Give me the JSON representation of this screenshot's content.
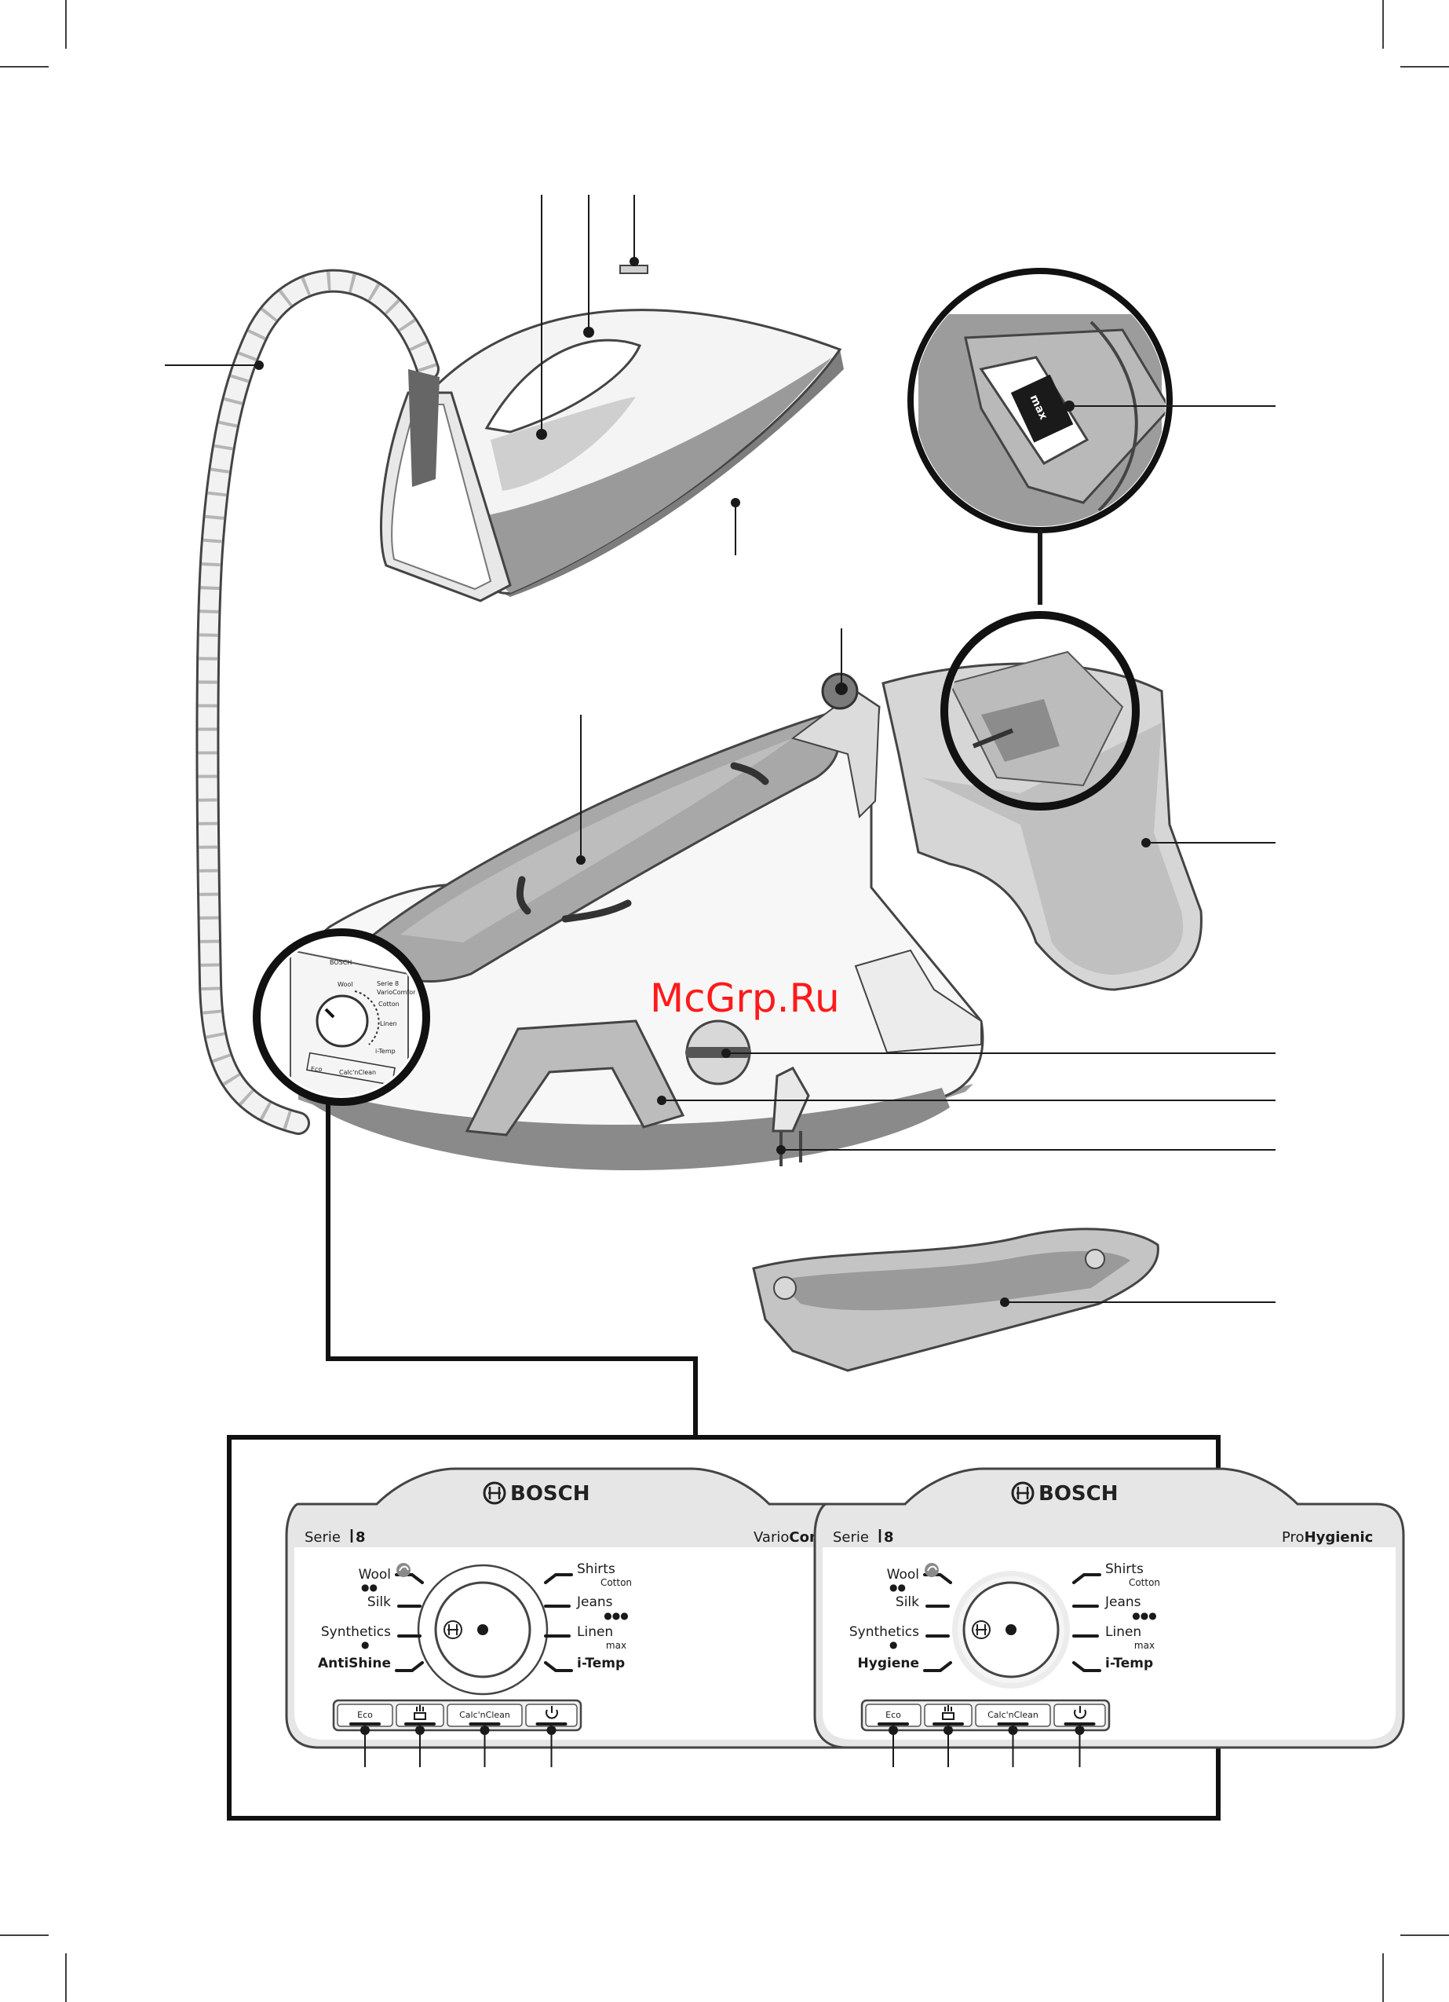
{
  "watermark": "McGrp.Ru",
  "panel_left": {
    "brand": "BOSCH",
    "series_prefix": "Serie",
    "series_number": "8",
    "model_prefix": "Vario",
    "model_bold": "Comfort",
    "left_labels": [
      "Wool",
      "Silk",
      "Synthetics",
      "AntiShine"
    ],
    "left_dots": [
      "●●",
      "",
      "●",
      ""
    ],
    "right_labels": [
      "Shirts",
      "Jeans",
      "Linen",
      "i-Temp"
    ],
    "right_sub": [
      "Cotton",
      "●●●",
      "max",
      ""
    ],
    "buttons": [
      "Eco",
      "",
      "Calc'nClean",
      ""
    ]
  },
  "panel_right": {
    "brand": "BOSCH",
    "series_prefix": "Serie",
    "series_number": "8",
    "model_prefix": "Pro",
    "model_bold": "Hygienic",
    "left_labels": [
      "Wool",
      "Silk",
      "Synthetics",
      "Hygiene"
    ],
    "left_dots": [
      "●●",
      "",
      "●",
      ""
    ],
    "right_labels": [
      "Shirts",
      "Jeans",
      "Linen",
      "i-Temp"
    ],
    "right_sub": [
      "Cotton",
      "●●●",
      "max",
      ""
    ],
    "buttons": [
      "Eco",
      "",
      "Calc'nClean",
      ""
    ]
  },
  "inset_label": "max",
  "base_dial": {
    "brand": "BOSCH",
    "series": "Serie 8",
    "model": "VarioComfort",
    "labels": [
      "Wool",
      "Cotton",
      "Linen",
      "i-Temp"
    ],
    "buttons": [
      "Eco",
      "Calc'nClean"
    ]
  },
  "icons": [
    "bosch-logo-icon",
    "steam-shot-icon",
    "power-icon",
    "wool-icon"
  ]
}
